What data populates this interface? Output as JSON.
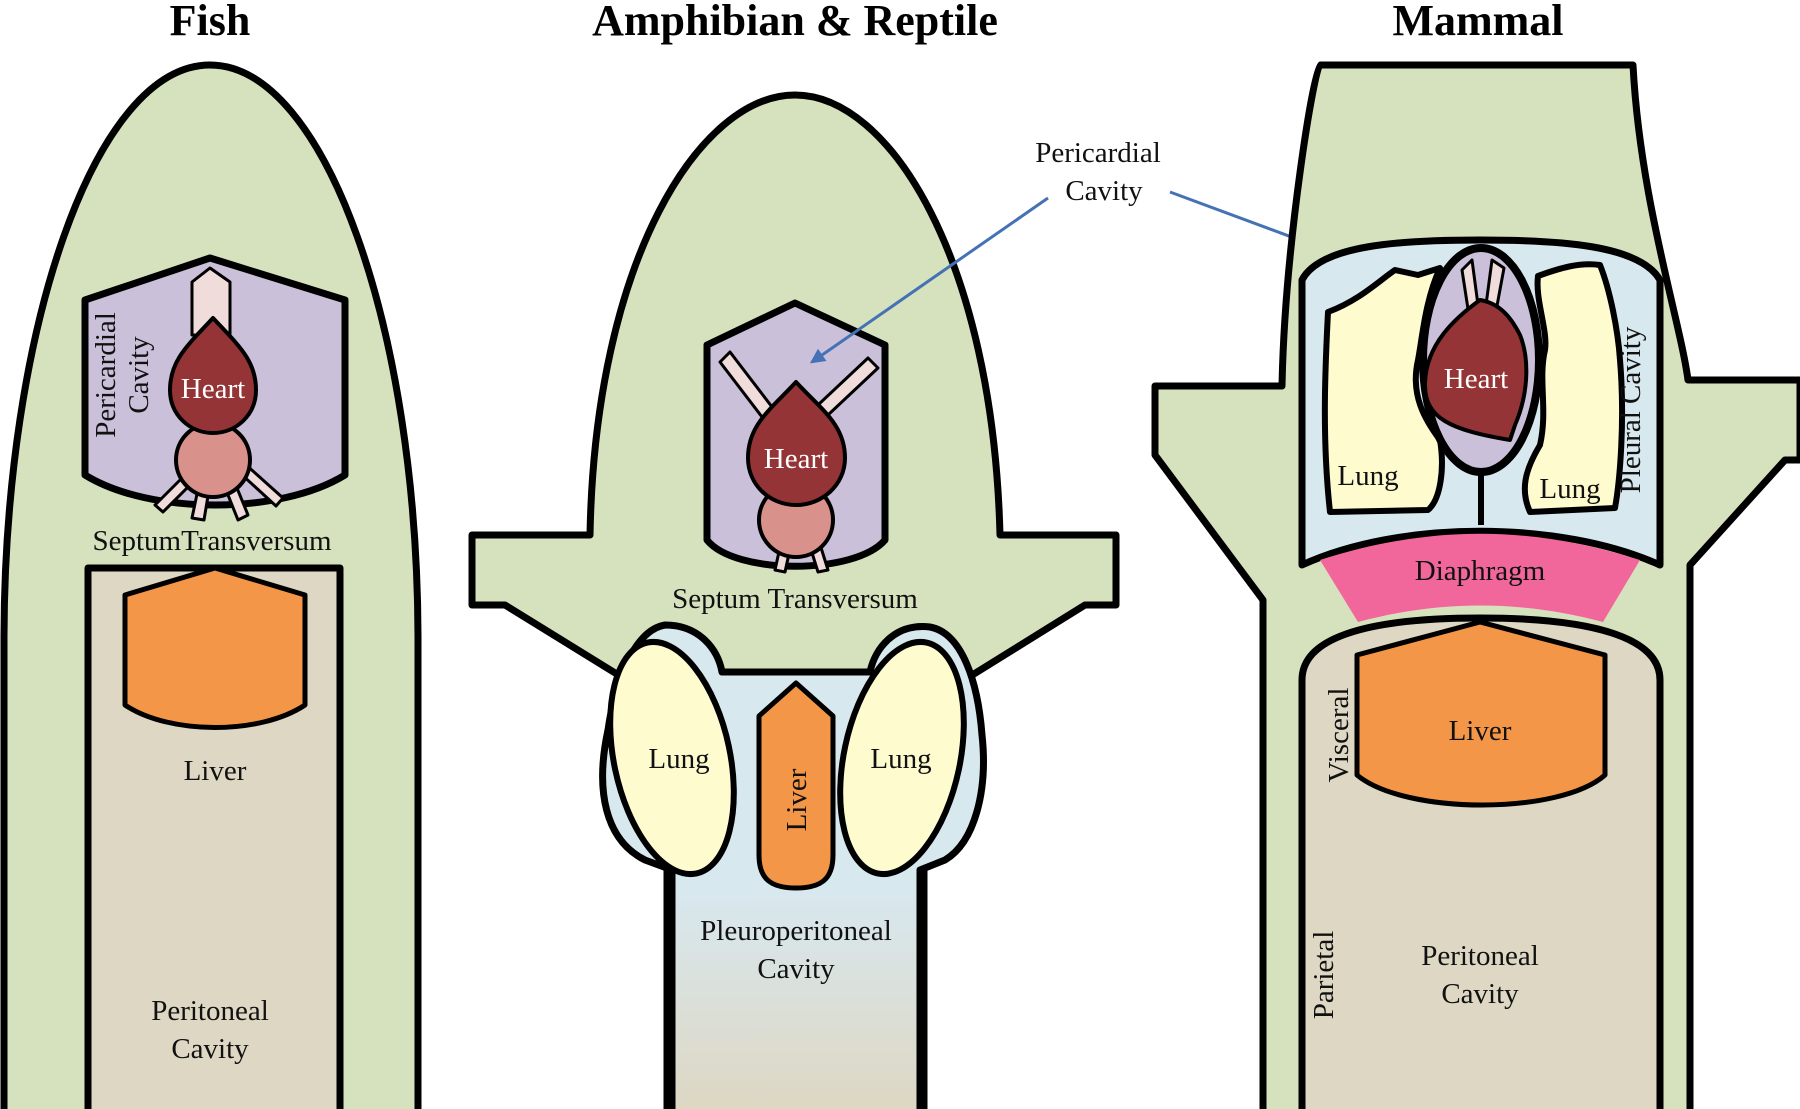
{
  "panels": {
    "fish": {
      "title": "Fish",
      "pericardial_line1": "Pericardial",
      "pericardial_line2": "Cavity",
      "heart": "Heart",
      "septum": "SeptumTransversum",
      "liver": "Liver",
      "peritoneal_line1": "Peritoneal",
      "peritoneal_line2": "Cavity"
    },
    "amphibian": {
      "title": "Amphibian & Reptile",
      "heart": "Heart",
      "septum": "Septum Transversum",
      "lung_left": "Lung",
      "lung_right": "Lung",
      "liver": "Liver",
      "pleuroperitoneal_line1": "Pleuroperitoneal",
      "pleuroperitoneal_line2": "Cavity"
    },
    "mammal": {
      "title": "Mammal",
      "heart": "Heart",
      "lung_left": "Lung",
      "lung_right": "Lung",
      "pleural": "Pleural Cavity",
      "diaphragm": "Diaphragm",
      "liver": "Liver",
      "visceral": "Visceral",
      "parietal": "Parietal",
      "peritoneal_line1": "Peritoneal",
      "peritoneal_line2": "Cavity"
    }
  },
  "callout": {
    "line1": "Pericardial",
    "line2": "Cavity"
  },
  "colors": {
    "body": "#d6e2bd",
    "peritoneal": "#ddd7c3",
    "pericardial": "#cac0da",
    "pleural": "#d8e8ef",
    "lung": "#fefbcf",
    "liver": "#f49647",
    "heart": "#943436",
    "diaphragm": "#f1679b",
    "arrow": "#4472b4"
  }
}
